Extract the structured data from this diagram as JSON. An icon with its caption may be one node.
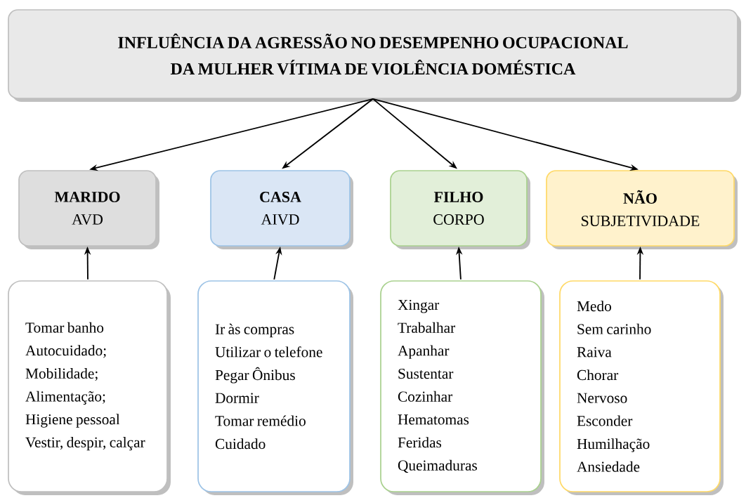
{
  "diagram": {
    "nodes": [
      {
        "text": [
          "INFLUÊNCIA DA AGRESSÃO NO DESEMPENHO OCUPACIONAL DA MULHER VÍTIMA DE VIOLÊNCIA DOMÉSTICA"
        ]
      },
      {
        "text": [
          "MARIDO",
          "AVD"
        ]
      },
      {
        "text": [
          "CASA",
          "AIVD"
        ]
      },
      {
        "text": [
          "FILHO",
          "CORPO"
        ]
      },
      {
        "text": [
          "NÃO",
          "SUBJETIVIDADE"
        ]
      },
      {
        "text": [
          "Tomar banho",
          "Autocuidado;",
          "Mobilidade;",
          "Alimentação;",
          "Higiene pessoal",
          "Vestir, despir, calçar"
        ]
      },
      {
        "text": [
          "Ir às compras",
          "Utilizar o telefone",
          "Pegar Ônibus",
          "Dormir",
          "Tomar remédio",
          "Cuidado"
        ]
      },
      {
        "text": [
          "Xingar",
          "Trabalhar",
          "Apanhar",
          "Sustentar",
          "Cozinhar",
          "Hematomas",
          "Feridas",
          "Queimaduras"
        ]
      },
      {
        "text": [
          "Medo",
          "Sem carinho",
          "Raiva",
          "Chorar",
          "Nervoso",
          "Esconder",
          "Humilhação",
          "Ansiedade"
        ]
      }
    ],
    "edges": [
      {
        "from": 0,
        "to": 1,
        "arrow": "to"
      },
      {
        "from": 0,
        "to": 2,
        "arrow": "to"
      },
      {
        "from": 0,
        "to": 3,
        "arrow": "to"
      },
      {
        "from": 0,
        "to": 4,
        "arrow": "to"
      },
      {
        "from": 5,
        "to": 1,
        "arrow": "to"
      },
      {
        "from": 6,
        "to": 2,
        "arrow": "to"
      },
      {
        "from": 7,
        "to": 3,
        "arrow": "to"
      },
      {
        "from": 8,
        "to": 4,
        "arrow": "to"
      }
    ]
  }
}
